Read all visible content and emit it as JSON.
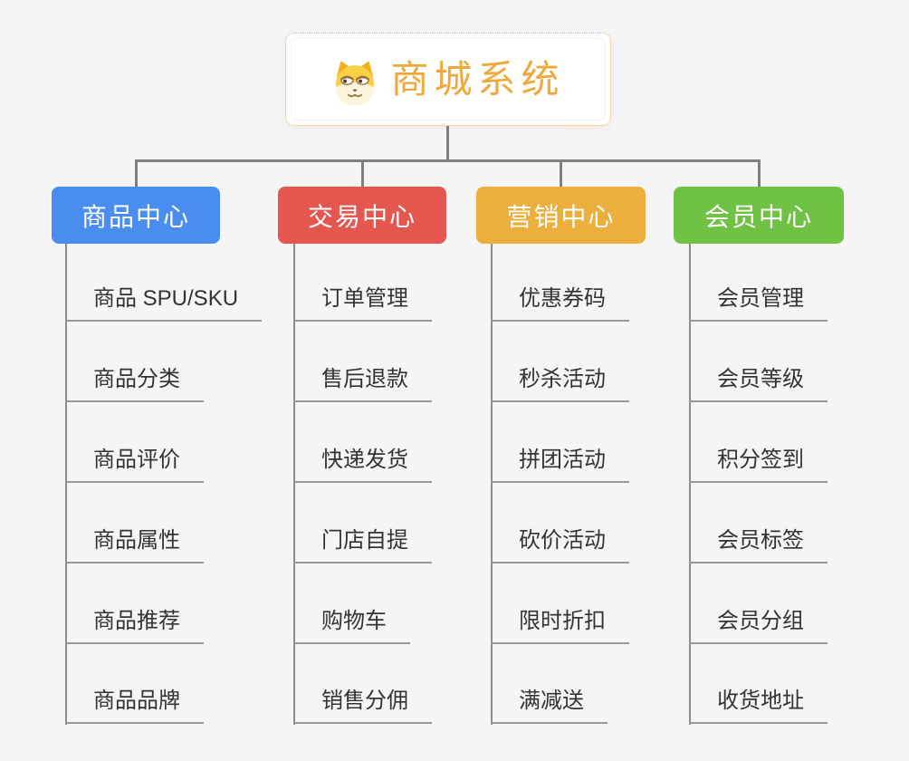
{
  "root": {
    "label": "商城系统",
    "icon": "dog-face-icon"
  },
  "colors": {
    "root_accent": "#f0a83a",
    "root_border": "#f0ae4e",
    "connector": "#7f7f7f",
    "underline": "#989898",
    "leaf_text": "#333333"
  },
  "branches": [
    {
      "label": "商品中心",
      "color": "#4a8df0",
      "children": [
        "商品 SPU/SKU",
        "商品分类",
        "商品评价",
        "商品属性",
        "商品推荐",
        "商品品牌"
      ]
    },
    {
      "label": "交易中心",
      "color": "#e5564f",
      "children": [
        "订单管理",
        "售后退款",
        "快递发货",
        "门店自提",
        "购物车",
        "销售分佣"
      ]
    },
    {
      "label": "营销中心",
      "color": "#ecaf3d",
      "children": [
        "优惠券码",
        "秒杀活动",
        "拼团活动",
        "砍价活动",
        "限时折扣",
        "满减送"
      ]
    },
    {
      "label": "会员中心",
      "color": "#6fc243",
      "children": [
        "会员管理",
        "会员等级",
        "积分签到",
        "会员标签",
        "会员分组",
        "收货地址"
      ]
    }
  ]
}
